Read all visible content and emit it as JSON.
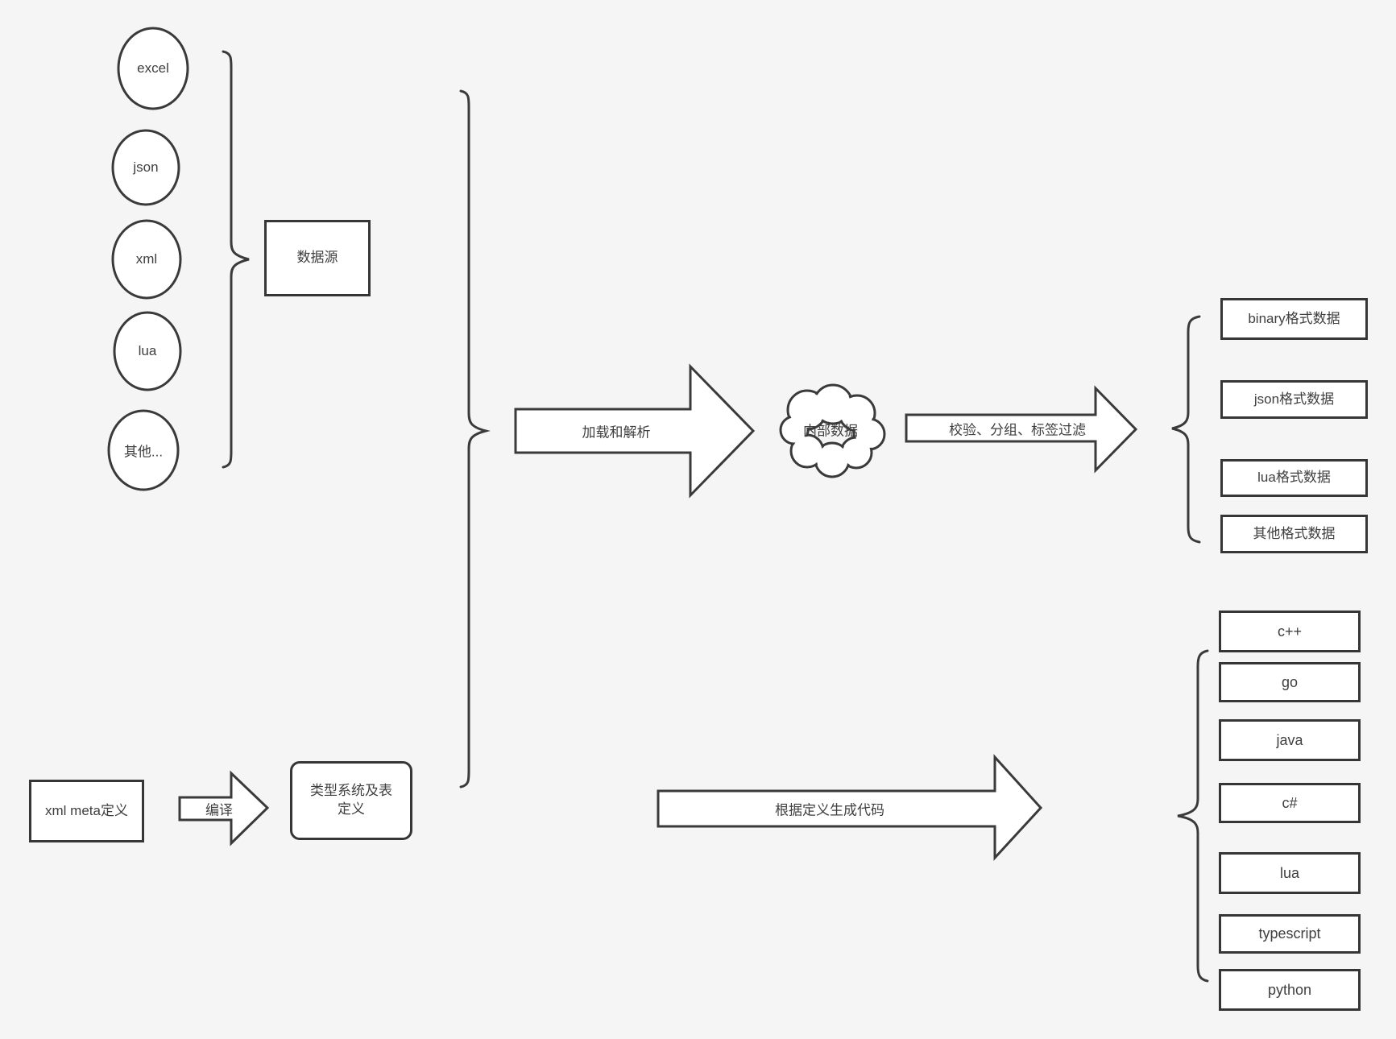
{
  "diagram": {
    "sources": {
      "items": [
        "excel",
        "json",
        "xml",
        "lua",
        "其他..."
      ],
      "group_label": "数据源"
    },
    "pipeline": {
      "load_parse_label": "加载和解析",
      "internal_data_label": "内部数据",
      "filter_label": "校验、分组、标签过滤",
      "output_formats": [
        "binary格式数据",
        "json格式数据",
        "lua格式数据",
        "其他格式数据"
      ]
    },
    "definition": {
      "xml_meta_label": "xml meta定义",
      "compile_label": "编译",
      "type_system_label": "类型系统及表定义",
      "codegen_label": "根据定义生成代码",
      "languages": [
        "c++",
        "go",
        "java",
        "c#",
        "lua",
        "typescript",
        "python"
      ]
    },
    "colors": {
      "background": "#f5f5f6",
      "stroke": "#3a3a3a",
      "shape_fill": "#ffffff",
      "text": "#3f3f3f"
    }
  }
}
